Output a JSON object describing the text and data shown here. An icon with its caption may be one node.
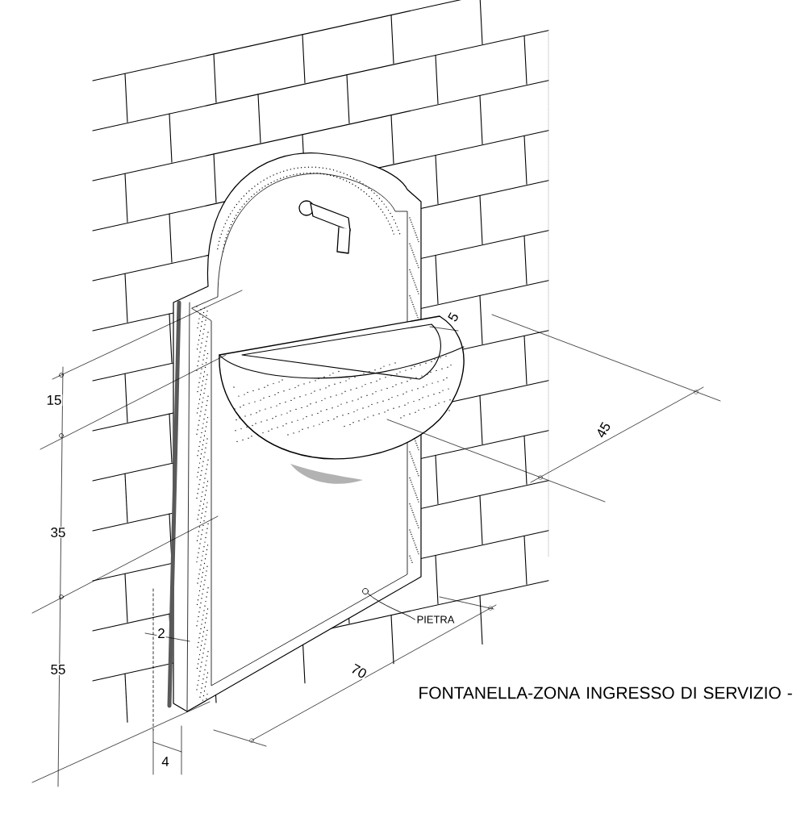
{
  "diagram": {
    "title": "FONTANELLA-ZONA INGRESSO DI SERVIZIO -",
    "nodes": [
      {
        "text": [
          "PIETRA"
        ]
      },
      {
        "text": [],
        "shape": "circle"
      }
    ],
    "edges": [
      {
        "from": 0,
        "to": 1,
        "arrow": "none"
      }
    ],
    "labels": [
      "5",
      "45",
      "15",
      "35",
      "2",
      "55",
      "70",
      "4"
    ]
  }
}
